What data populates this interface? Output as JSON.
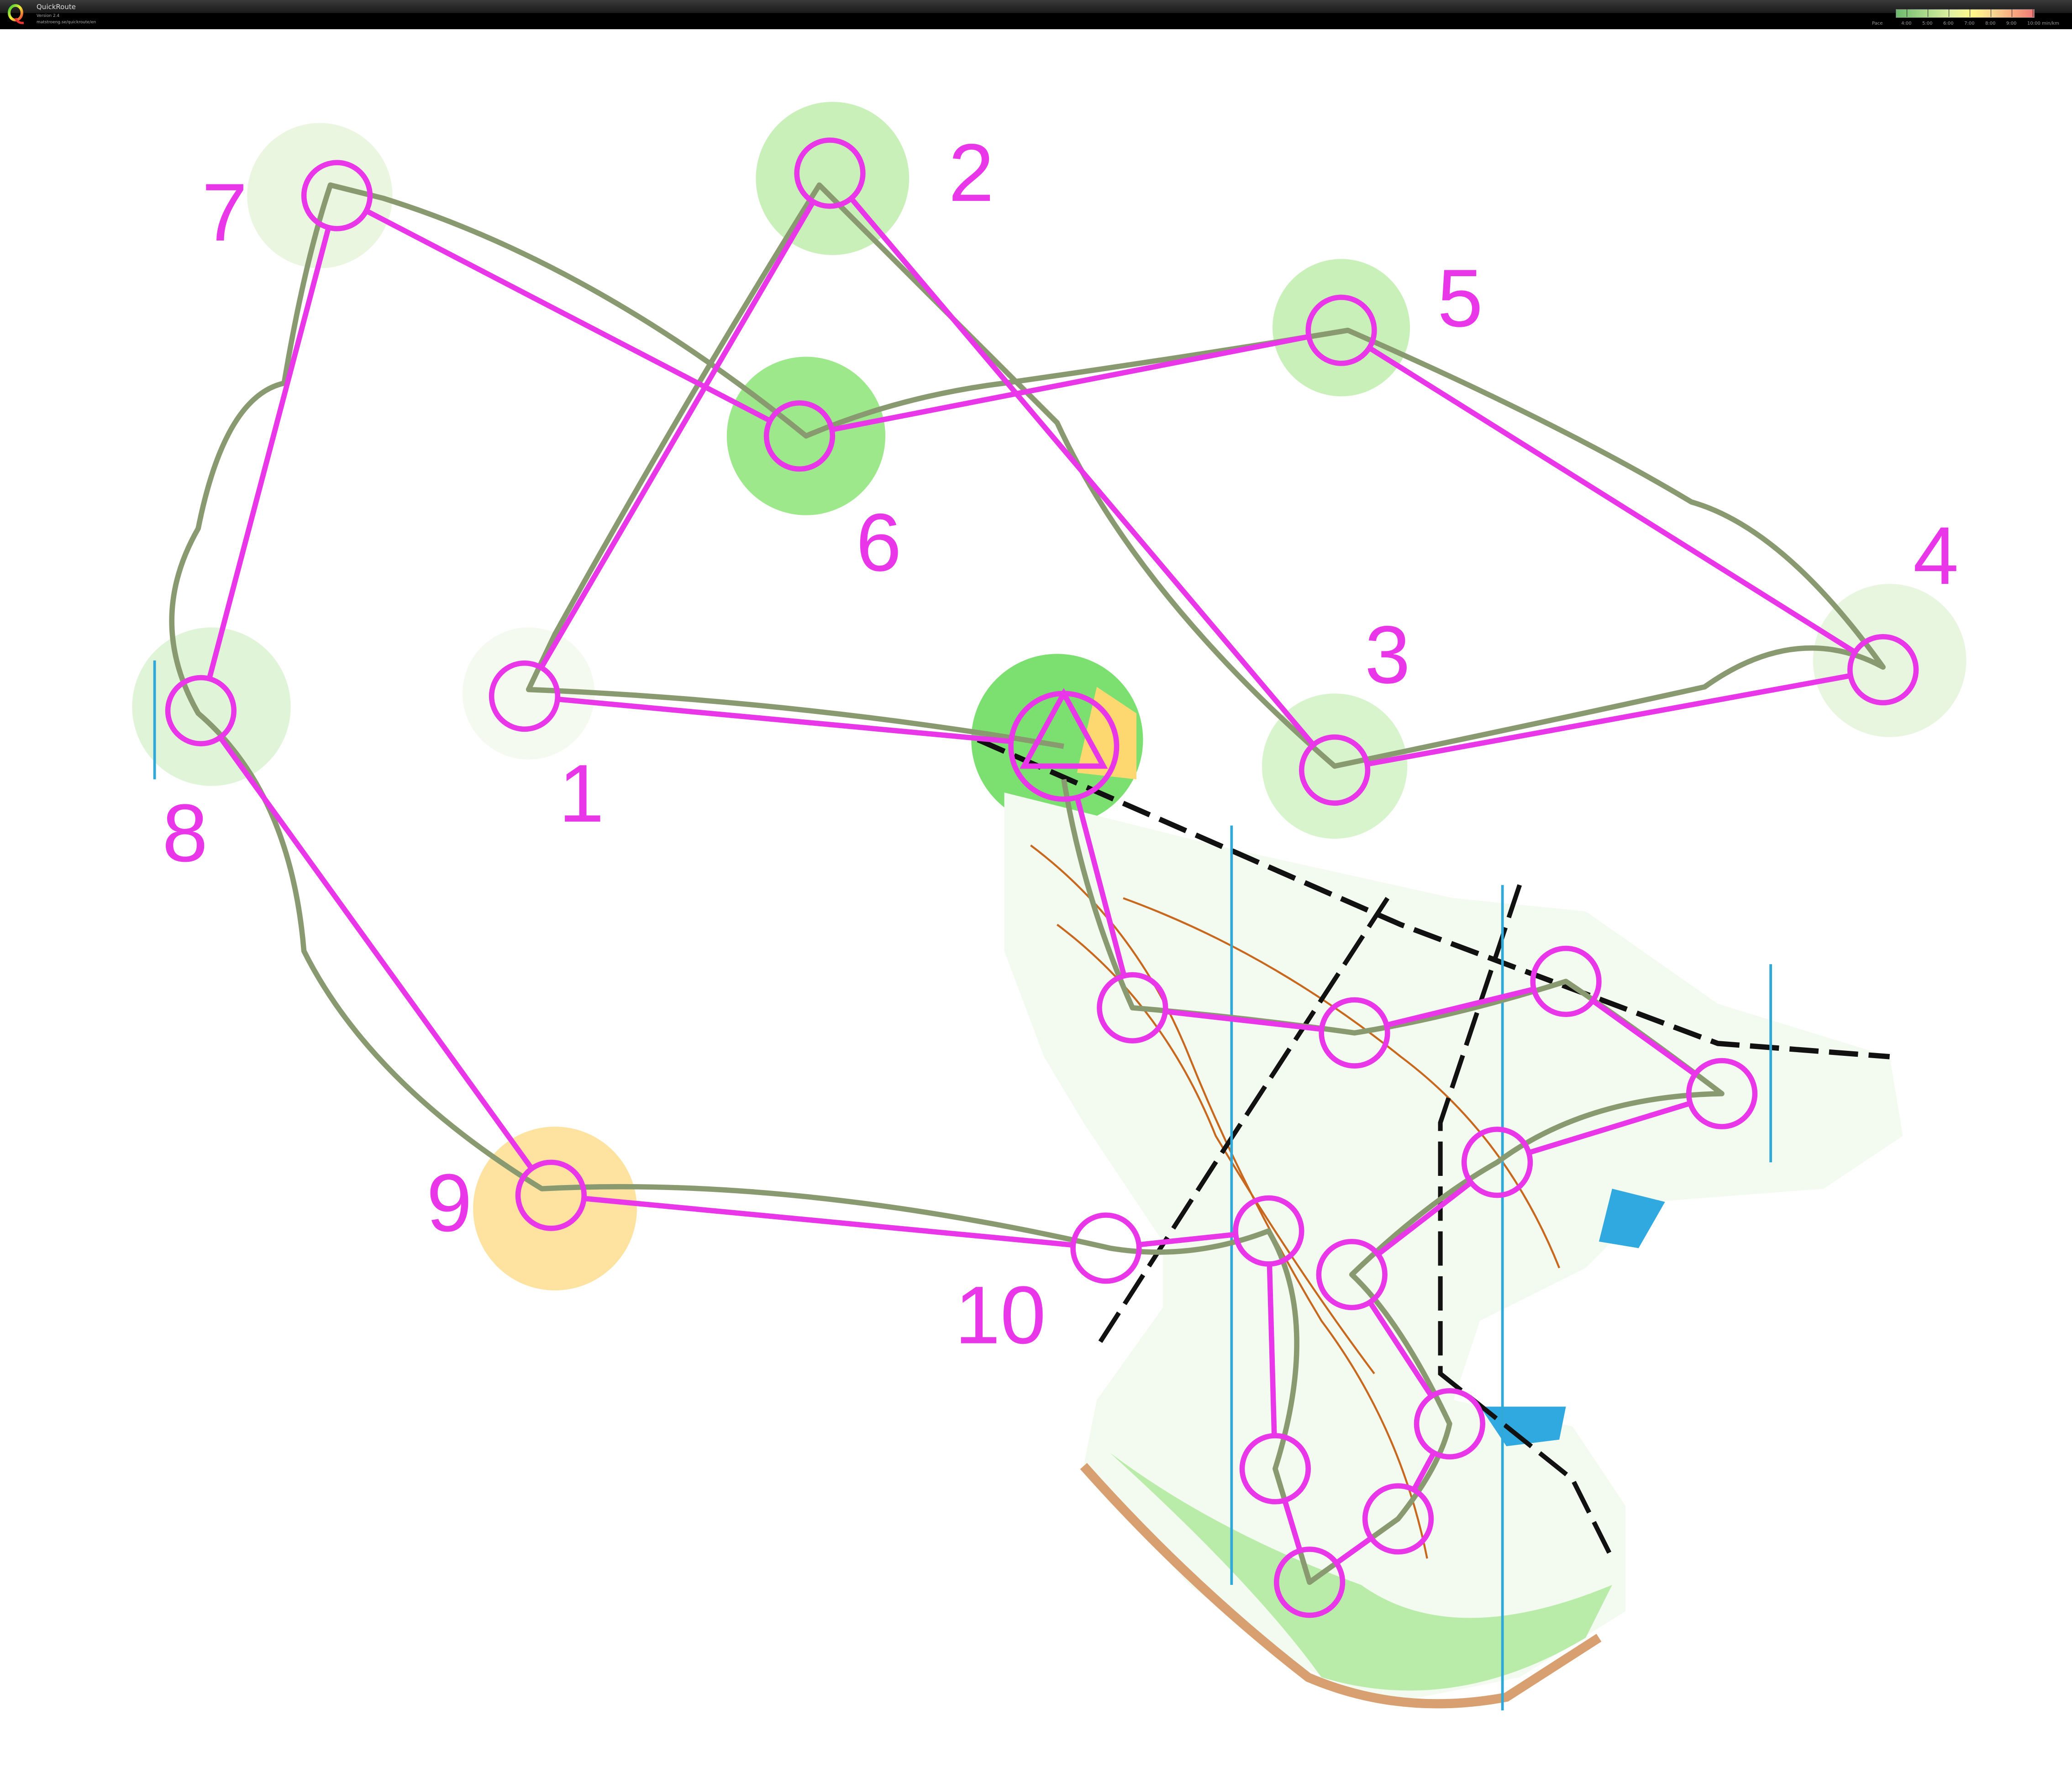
{
  "header": {
    "title": "QuickRoute",
    "version": "Version 2.4",
    "url": "matstroeng.se/quickroute/en"
  },
  "pace_legend": {
    "label": "Pace",
    "unit": "min/km",
    "ticks": [
      "4:00",
      "5:00",
      "6:00",
      "7:00",
      "8:00",
      "9:00",
      "10:00"
    ]
  },
  "colors": {
    "course": "#e836e8",
    "route": "#8a9a70"
  },
  "controls": [
    "1",
    "2",
    "3",
    "4",
    "5",
    "6",
    "7",
    "8",
    "9",
    "10"
  ]
}
